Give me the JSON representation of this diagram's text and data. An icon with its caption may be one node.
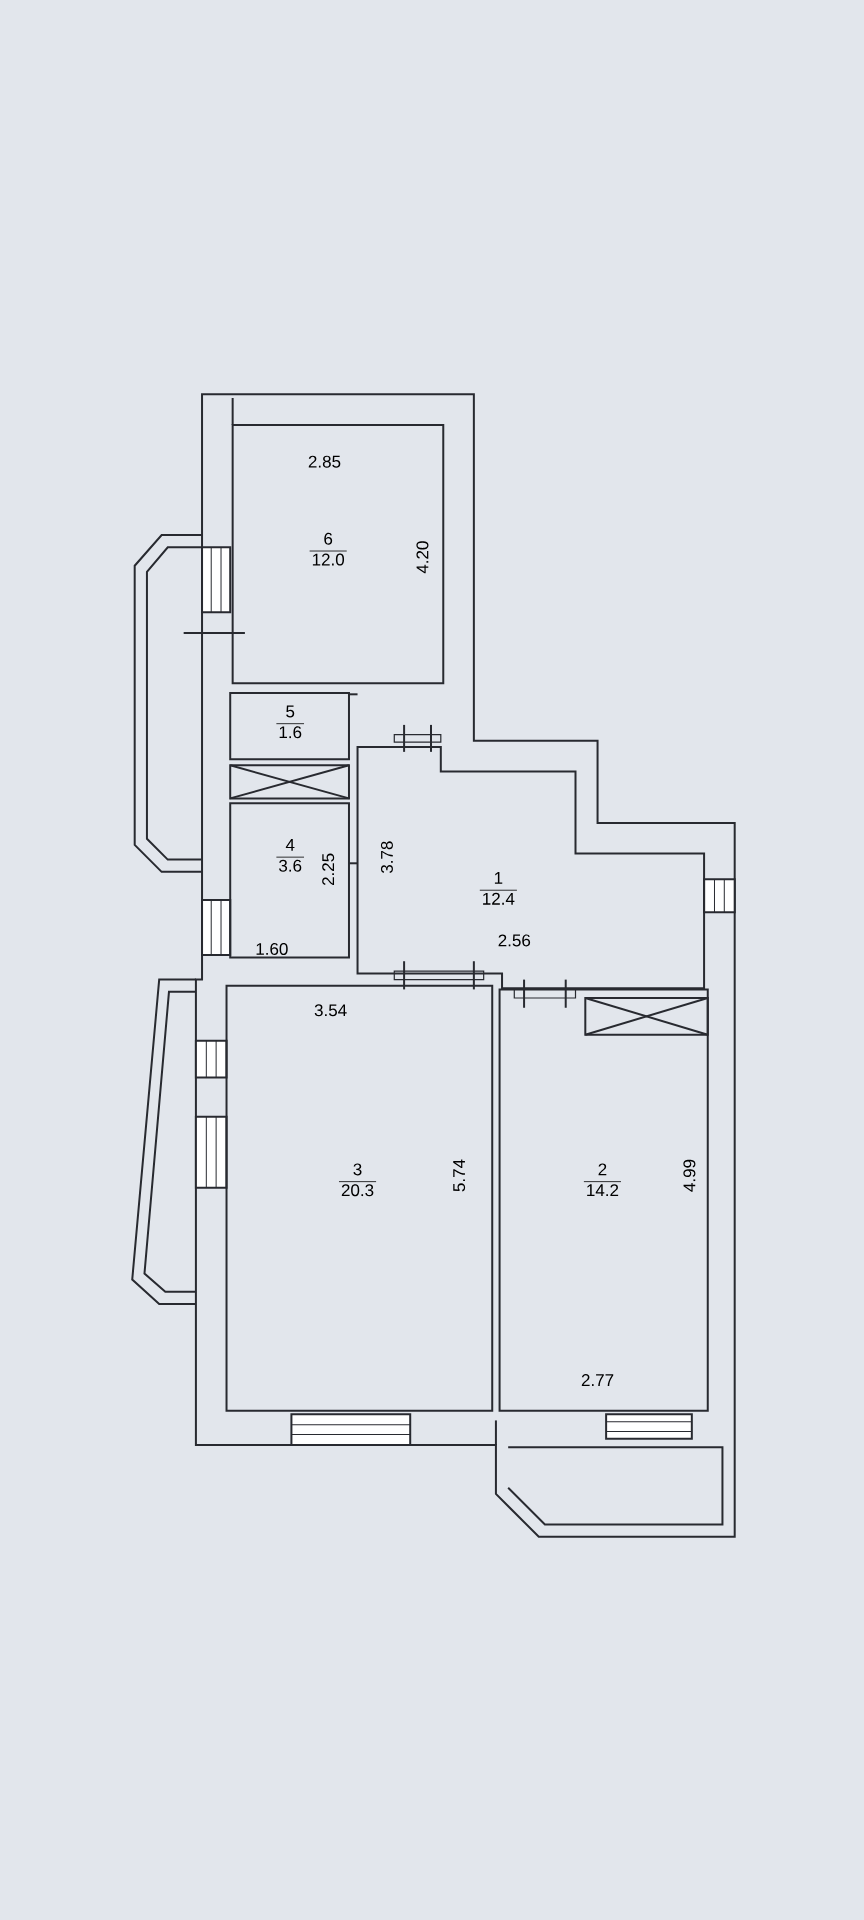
{
  "diagram": {
    "nodes": [
      {
        "text": [
          "6",
          "12.0"
        ]
      },
      {
        "text": [
          "5",
          "1.6"
        ]
      },
      {
        "text": [
          "4",
          "3.6"
        ]
      },
      {
        "text": [
          "1",
          "12.4"
        ]
      },
      {
        "text": [
          "3",
          "20.3"
        ]
      },
      {
        "text": [
          "2",
          "14.2"
        ]
      }
    ],
    "labels": [
      "2.85",
      "4.20",
      "3.78",
      "2.25",
      "1.60",
      "2.56",
      "3.54",
      "5.74",
      "4.99",
      "2.77"
    ]
  }
}
